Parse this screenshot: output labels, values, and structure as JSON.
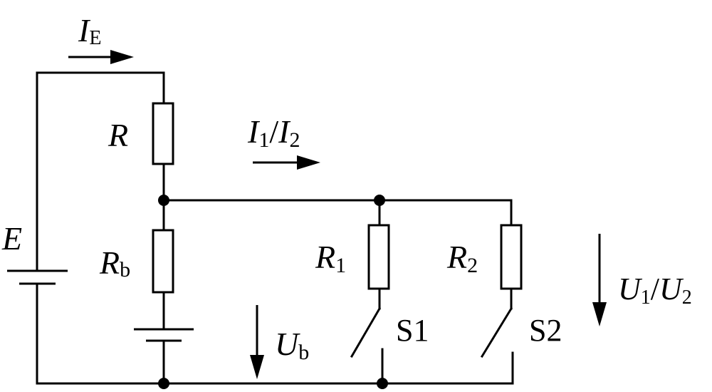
{
  "labels": {
    "ie": {
      "main": "I",
      "sub": "E"
    },
    "r": "R",
    "rb": {
      "main": "R",
      "sub": "b"
    },
    "e": "E",
    "i12": {
      "m1": "I",
      "s1": "1",
      "slash": "/",
      "m2": "I",
      "s2": "2"
    },
    "r1": {
      "main": "R",
      "sub": "1"
    },
    "r2": {
      "main": "R",
      "sub": "2"
    },
    "s1": "S1",
    "s2": "S2",
    "ub": {
      "main": "U",
      "sub": "b"
    },
    "u12": {
      "m1": "U",
      "s1": "1",
      "slash": "/",
      "m2": "U",
      "s2": "2"
    }
  }
}
